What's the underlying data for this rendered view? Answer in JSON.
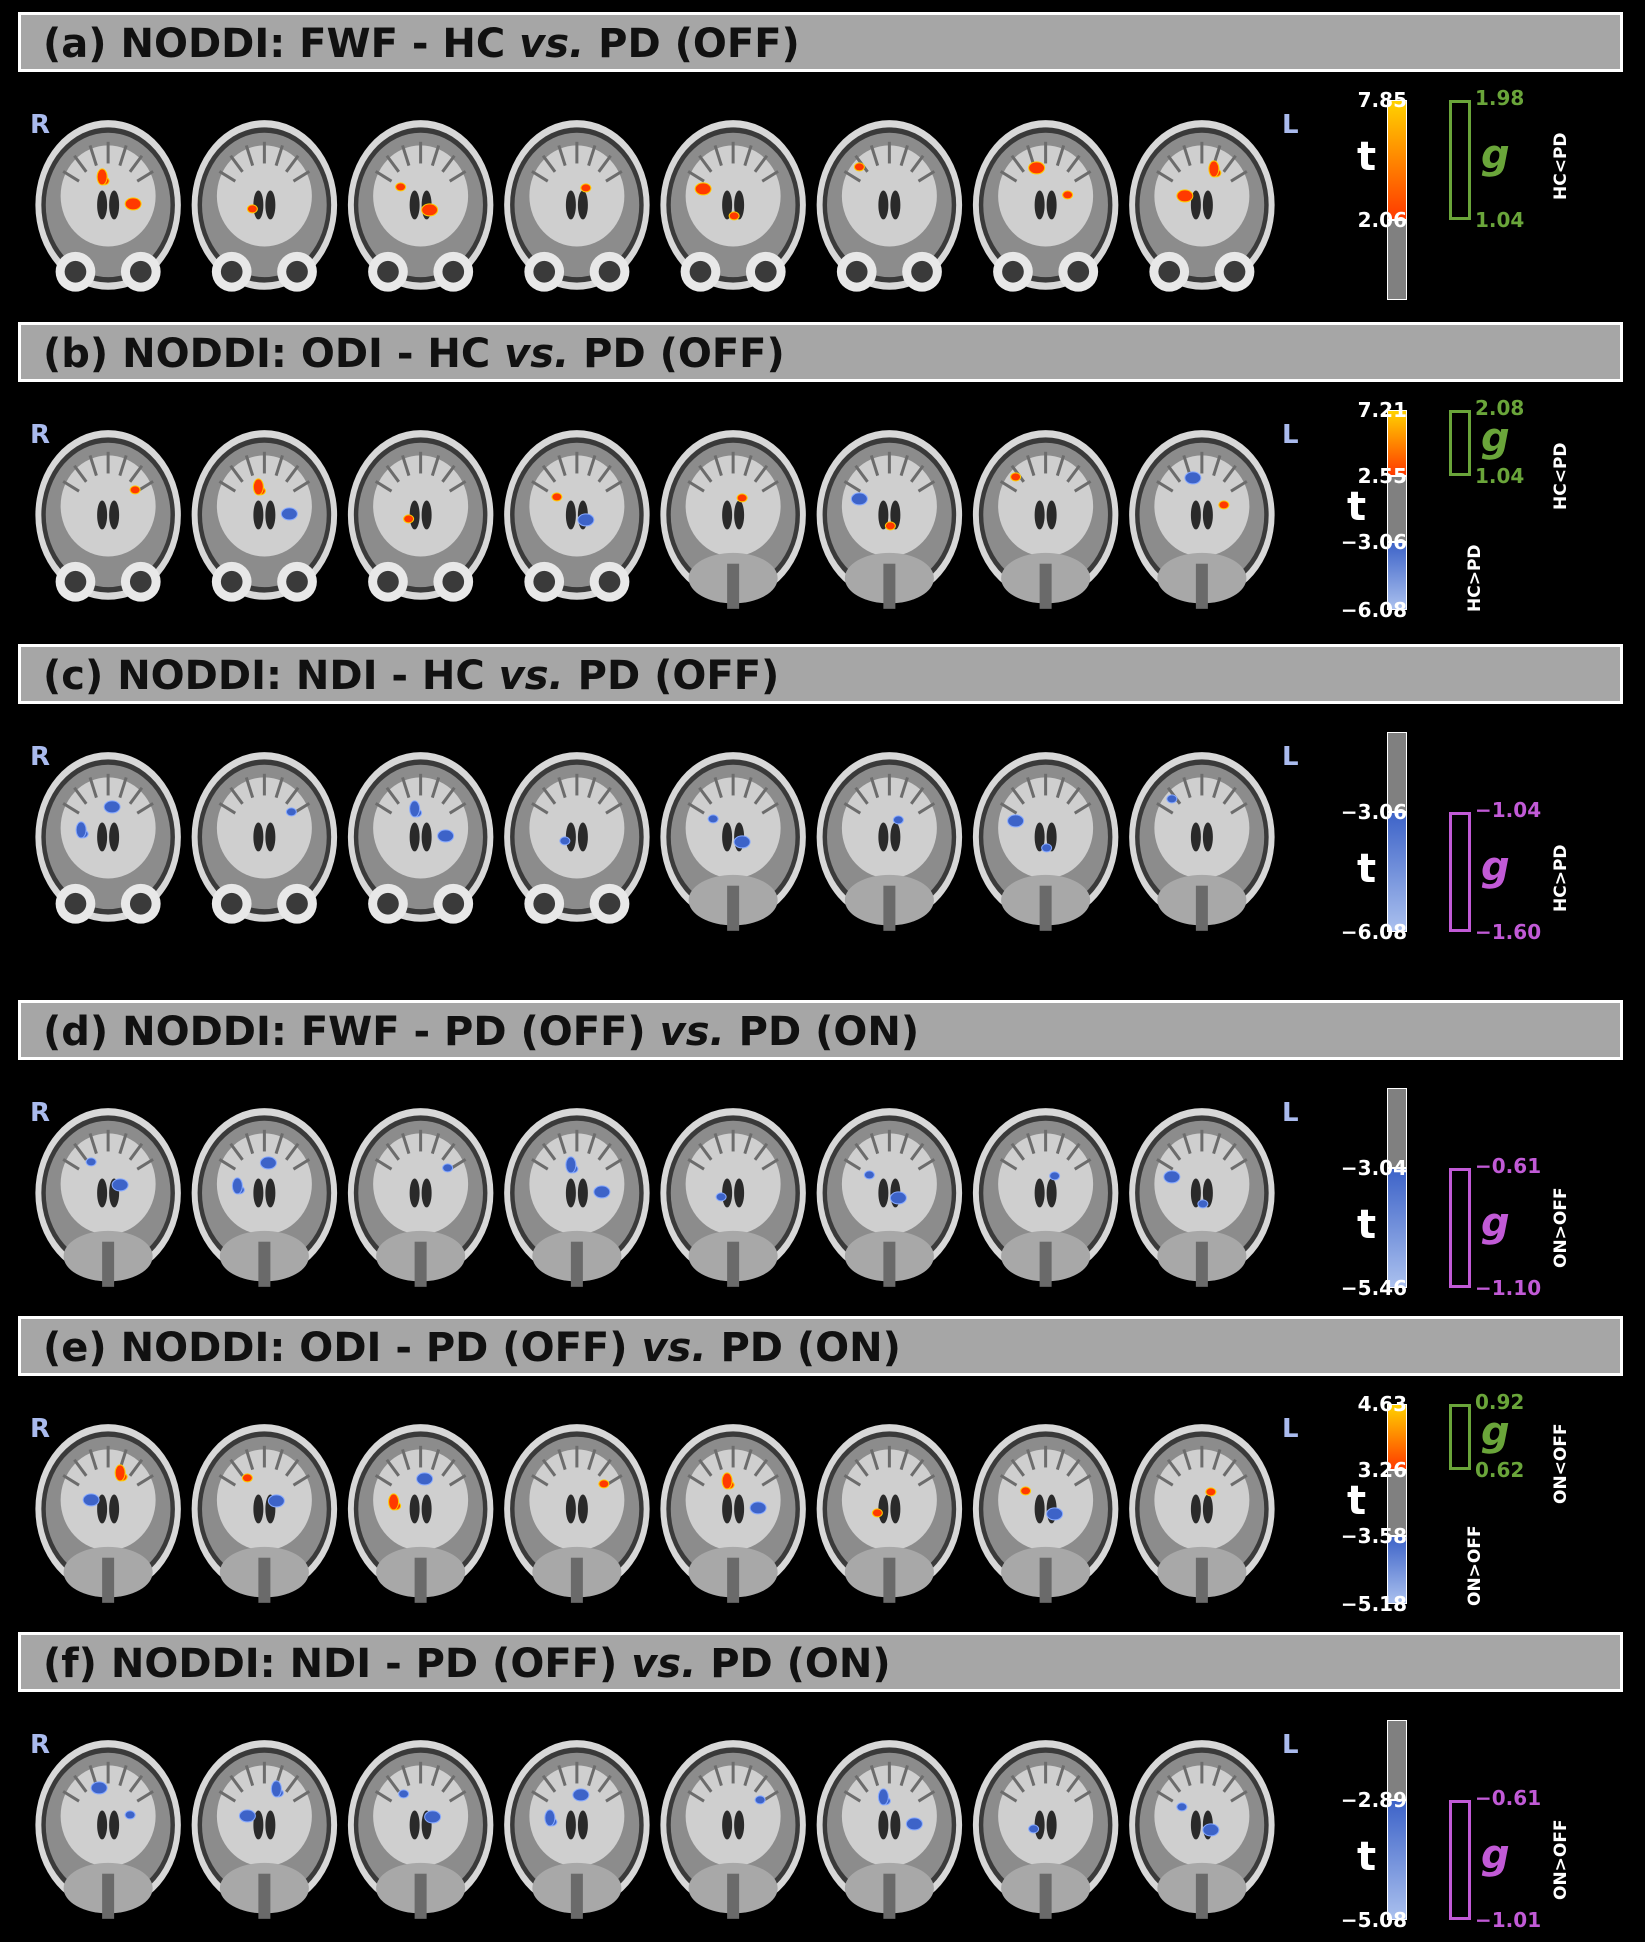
{
  "colors": {
    "hot": "#ff3a00",
    "hot_top": "#ffd200",
    "cold": "#3d63c8",
    "cold_light": "#aac0ee",
    "grey": "#808080",
    "green": "#6aa53a",
    "purple": "#c15ad6",
    "side_label": "#aabbee"
  },
  "side_labels": {
    "right": "R",
    "left": "L"
  },
  "t_letter": "t",
  "g_letter": "g",
  "panels": [
    {
      "title_pre": "(a) NODDI: FWF - HC ",
      "title_vs": "vs.",
      "title_post": " PD (OFF)",
      "t_pos_top": "7.85",
      "t_pos_bot": "2.06",
      "g_pos_top": "1.98",
      "g_pos_bot": "1.04",
      "pos_label": "HC<PD",
      "blobs": "hot"
    },
    {
      "title_pre": "(b) NODDI: ODI - HC ",
      "title_vs": "vs.",
      "title_post": " PD (OFF)",
      "t_pos_top": "7.21",
      "t_pos_bot": "2.55",
      "g_pos_top": "2.08",
      "g_pos_bot": "1.04",
      "pos_label": "HC<PD",
      "t_neg_top": "−3.06",
      "t_neg_bot": "−6.08",
      "neg_label": "HC>PD",
      "blobs": "mixed"
    },
    {
      "title_pre": "(c) NODDI: NDI - HC ",
      "title_vs": "vs.",
      "title_post": " PD (OFF)",
      "t_neg_top": "−3.06",
      "t_neg_bot": "−6.08",
      "g_neg_top": "−1.04",
      "g_neg_bot": "−1.60",
      "neg_label": "HC>PD",
      "blobs": "cold"
    },
    {
      "title_pre": "(d) NODDI: FWF - PD (OFF) ",
      "title_vs": "vs.",
      "title_post": " PD (ON)",
      "t_neg_top": "−3.04",
      "t_neg_bot": "−5.46",
      "g_neg_top": "−0.61",
      "g_neg_bot": "−1.10",
      "neg_label": "ON>OFF",
      "blobs": "cold"
    },
    {
      "title_pre": "(e) NODDI: ODI - PD (OFF) ",
      "title_vs": "vs.",
      "title_post": " PD (ON)",
      "t_pos_top": "4.63",
      "t_pos_bot": "3.26",
      "g_pos_top": "0.92",
      "g_pos_bot": "0.62",
      "pos_label": "ON<OFF",
      "t_neg_top": "−3.58",
      "t_neg_bot": "−5.18",
      "neg_label": "ON>OFF",
      "blobs": "mixed"
    },
    {
      "title_pre": "(f) NODDI: NDI - PD (OFF) ",
      "title_vs": "vs.",
      "title_post": " PD (ON)",
      "t_neg_top": "−2.89",
      "t_neg_bot": "−5.08",
      "g_neg_top": "−0.61",
      "g_neg_bot": "−1.01",
      "neg_label": "ON>OFF",
      "blobs": "cold"
    }
  ]
}
